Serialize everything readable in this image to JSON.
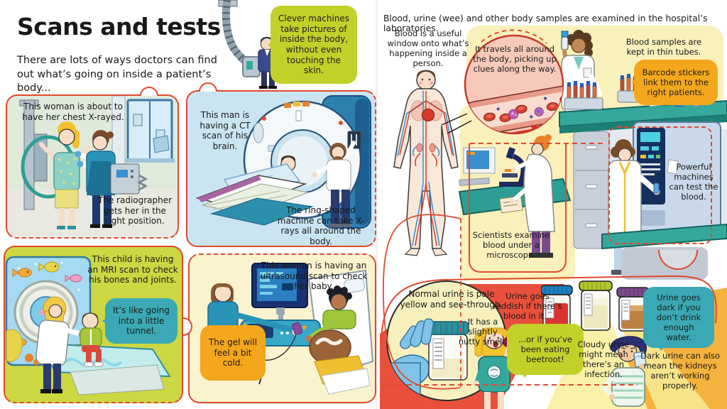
{
  "book": {
    "left_page": {
      "title": "Scans and tests",
      "intro": "There are lots of ways doctors can find out what’s going on inside a patient’s body...",
      "clever_machines_bubble": "Clever machines take pictures of inside the body, without even touching the skin.",
      "xray_panel": {
        "caption_top": "This woman is about to have her chest X-rayed.",
        "caption_bottom": "The radiographer gets her in the right position."
      },
      "ct_panel": {
        "caption_top": "This man is having a CT scan of his brain.",
        "caption_bottom": "The ring-shaped machine can take X-rays all around the body."
      },
      "mri_panel": {
        "caption": "This child is having an MRI scan to check his bones and joints.",
        "bubble": "It’s like going into a little tunnel."
      },
      "ultrasound_panel": {
        "caption": "This woman is having an ultrasound scan to check her baby.",
        "bubble": "The gel will feel a bit cold."
      }
    },
    "right_page": {
      "header": "Blood, urine (wee) and other body samples are examined in the hospital’s laboratories.",
      "blood_section": {
        "intro": "Blood is a useful window onto what’s happening inside a person.",
        "vessel_bubble": "It travels all around the body, picking up clues along the way.",
        "samples_caption": "Blood samples are kept in thin tubes.",
        "barcode_bubble": "Barcode stickers link them to the right patients.",
        "microscope_caption": "Scientists examine blood under a microscope.",
        "machine_caption": "Powerful machines can test the blood."
      },
      "urine_section": {
        "normal_caption": "Normal urine is pale yellow and see-through.",
        "smell_caption": "It has a slightly nutty smell.",
        "reddish_caption": "Urine goes reddish if there’s blood in it...",
        "beetroot_bubble": "...or if you’ve been eating beetroot!",
        "cloudy_caption": "Cloudy urine might mean there’s an infection.",
        "dark_bubble": "Urine goes dark if you don’t drink enough water.",
        "kidneys_caption": "Dark urine can also mean the kidneys aren’t working properly."
      }
    },
    "colors": {
      "outline_red": "#e04a2e",
      "bubble_green": "#c3d02a",
      "bubble_orange": "#f4a71c",
      "bubble_teal": "#3aa9b5",
      "panel_sage": "#e0eadb",
      "panel_blue": "#cbe4f1",
      "panel_lime": "#ccd742",
      "panel_cream": "#fbf3cd",
      "lab_teal": "#2d9e94",
      "pale_yellow": "#faf0bb",
      "urine_red": "#e9503c",
      "urine_orange": "#f6b23e"
    }
  }
}
